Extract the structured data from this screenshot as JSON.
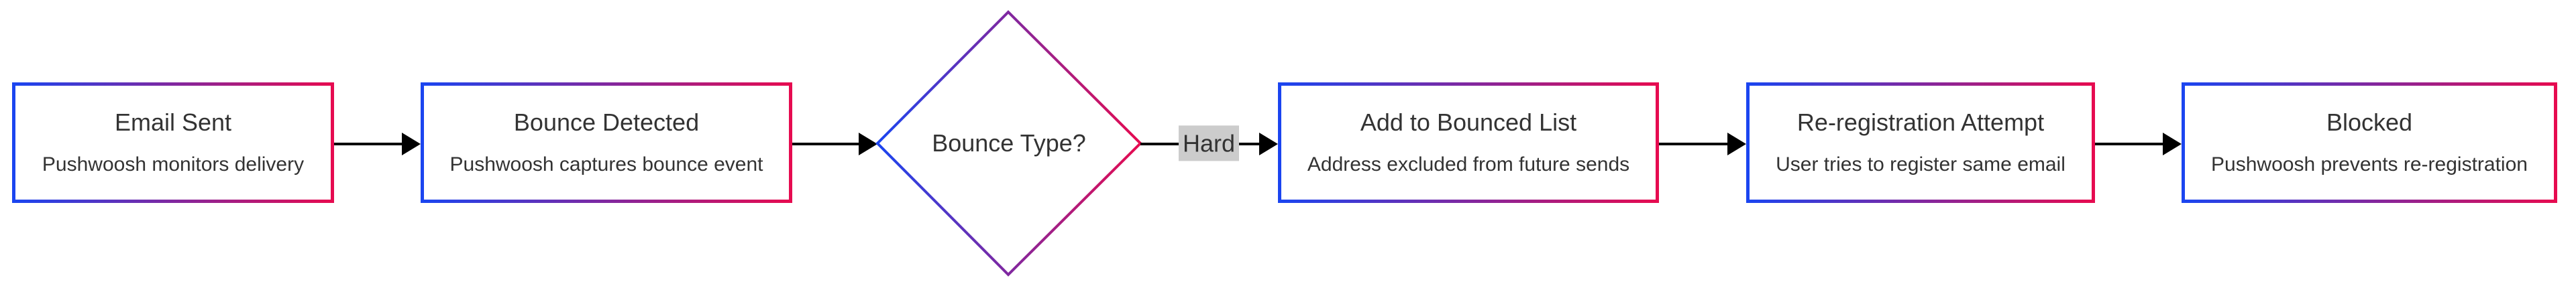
{
  "theme": {
    "border_gradient_start": "#1b45f0",
    "border_gradient_end": "#e60b50",
    "text_color": "#333333",
    "arrow_color": "#000000",
    "edge_label_bg": "#cccccc",
    "canvas_bg": "#ffffff"
  },
  "flow": {
    "direction": "left-to-right",
    "nodes": [
      {
        "id": "email-sent",
        "shape": "rect",
        "title": "Email Sent",
        "subtitle": "Pushwoosh monitors delivery"
      },
      {
        "id": "bounce-detected",
        "shape": "rect",
        "title": "Bounce Detected",
        "subtitle": "Pushwoosh captures bounce event"
      },
      {
        "id": "bounce-type",
        "shape": "diamond",
        "title": "Bounce Type?"
      },
      {
        "id": "add-to-bounced-list",
        "shape": "rect",
        "title": "Add to Bounced List",
        "subtitle": "Address excluded from future sends"
      },
      {
        "id": "re-registration-attempt",
        "shape": "rect",
        "title": "Re-registration Attempt",
        "subtitle": "User tries to register same email"
      },
      {
        "id": "blocked",
        "shape": "rect",
        "title": "Blocked",
        "subtitle": "Pushwoosh prevents re-registration"
      }
    ],
    "edges": [
      {
        "from": "email-sent",
        "to": "bounce-detected"
      },
      {
        "from": "bounce-detected",
        "to": "bounce-type"
      },
      {
        "from": "bounce-type",
        "to": "add-to-bounced-list",
        "label": "Hard"
      },
      {
        "from": "add-to-bounced-list",
        "to": "re-registration-attempt"
      },
      {
        "from": "re-registration-attempt",
        "to": "blocked"
      }
    ]
  }
}
